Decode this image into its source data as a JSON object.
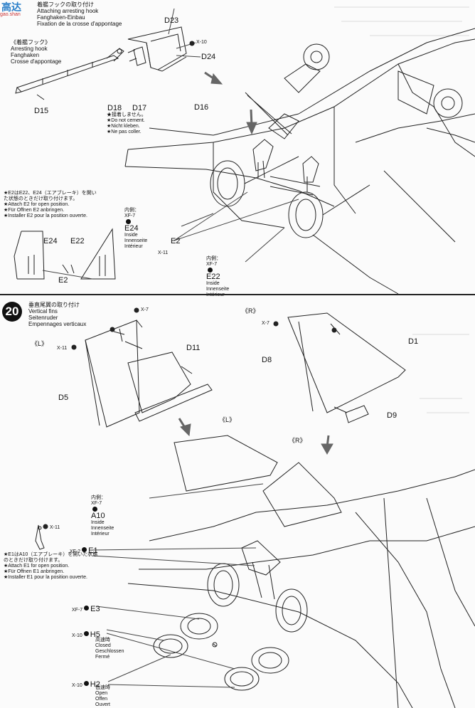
{
  "watermark": {
    "chars": "高达",
    "sub": "gao.shan"
  },
  "step19": {
    "title": "着艦フックの取り付け",
    "title_en": "Attaching arresting hook",
    "title_de": "Fanghaken-Einbau",
    "title_fr": "Fixation de la crosse d'appontage",
    "hook_heading": {
      "ja": "《着艦フック》",
      "en": "Arresting hook",
      "de": "Fanghaken",
      "fr": "Crosse d'appontage"
    },
    "parts": {
      "d15": "D15",
      "d16": "D16",
      "d17": "D17",
      "d18": "D18",
      "d23": "D23",
      "d24": "D24",
      "e2": "E2",
      "e2b": "E2",
      "e22": "E22",
      "e22b": "E22",
      "e24": "E24",
      "e24b": "E24"
    },
    "screws": {
      "x10": "X-10",
      "x11": "X-11",
      "xf7a": "XF-7",
      "xf7b": "XF-7"
    },
    "no_cement": {
      "ja": "★接着しません。",
      "en": "★Do not cement.",
      "de": "★Nicht kleben.",
      "fr": "★Ne pas coller."
    },
    "note": {
      "ja1": "★E2はE22、E24（エアブレーキ）を開い",
      "ja2": "た状態のときだけ取り付けます。",
      "en": "★Attach E2 for open position.",
      "de": "★Für Offnen E2 anbringen.",
      "fr": "★Installer E2 pour la position ouverte."
    },
    "inside_a": {
      "ja": "内側：",
      "en": "Inside",
      "de": "Innenseite",
      "fr": "Intérieur"
    },
    "inside_b": {
      "ja": "内側：",
      "en": "Inside",
      "de": "Innenseite",
      "fr": "Intérieur"
    }
  },
  "step20": {
    "number": "20",
    "title": "垂直尾翼の取り付け",
    "title_en": "Vertical fins",
    "title_de": "Seitenruder",
    "title_fr": "Empennages verticaux",
    "side_l": "《L》",
    "side_r": "《R》",
    "side_l2": "《L》",
    "side_r2": "《R》",
    "parts": {
      "d1": "D1",
      "d5": "D5",
      "d8": "D8",
      "d9": "D9",
      "d11": "D11",
      "a10": "A10",
      "e1": "E1",
      "e3": "E3",
      "h5": "H5",
      "h2": "H2"
    },
    "screws": {
      "x7a": "X-7",
      "x7b": "X-7",
      "x11a": "X-11",
      "x11b": "X-11",
      "xf7a": "XF-7",
      "xf2": "XF-2",
      "xf7b": "XF-7",
      "x10a": "X-10",
      "x10b": "X-10"
    },
    "inside": {
      "ja": "内側：",
      "en": "Inside",
      "de": "Innenseite",
      "fr": "Intérieur"
    },
    "note": {
      "ja1": "★E1はA10（エアブレーキ）を開いた状態",
      "ja2": "のときだけ取り付けます。",
      "en": "★Attach E1 for open position.",
      "de": "★Für Offnen E1 anbringen.",
      "fr": "★Installer E1 pour la position ouverte."
    },
    "closed": {
      "ja": "高速時",
      "en": "Closed",
      "de": "Geschlossen",
      "fr": "Fermé"
    },
    "open": {
      "ja": "低速時",
      "en": "Open",
      "de": "Offen",
      "fr": "Ouvert"
    }
  }
}
